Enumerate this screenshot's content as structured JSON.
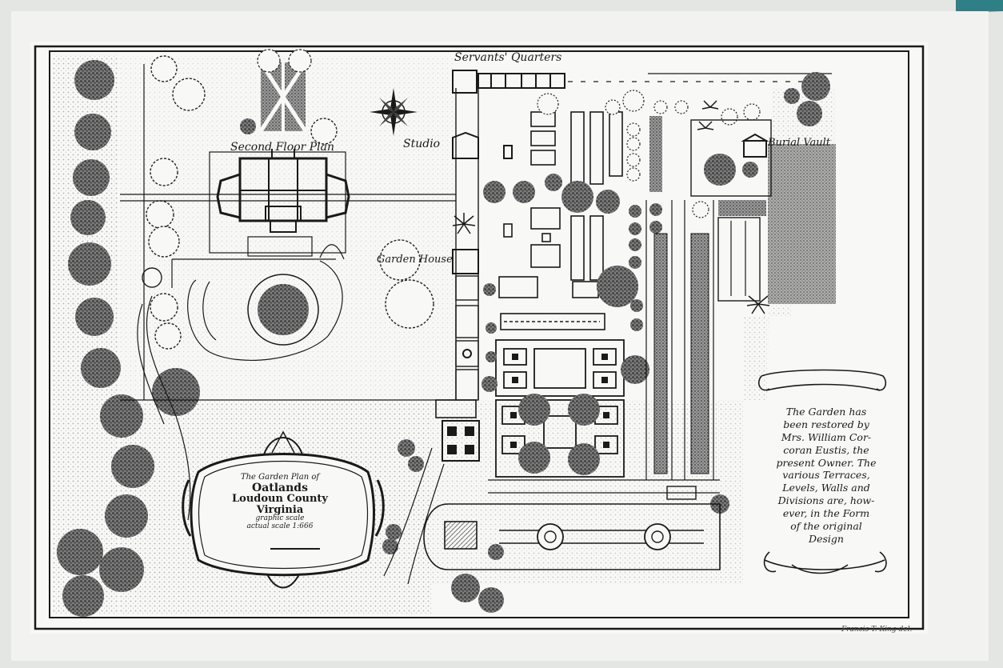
{
  "labels": {
    "servants_quarters": "Servants' Quarters",
    "second_floor_plan": "Second Floor Plan",
    "studio": "Studio",
    "burial_vault": "Burial Vault",
    "garden_house": "Garden House"
  },
  "cartouche": {
    "line1": "The Garden Plan of",
    "line2": "Oatlands",
    "line3": "Loudoun County",
    "line4": "Virginia",
    "line5": "graphic scale",
    "line6": "actual scale 1:666"
  },
  "note": {
    "lines": [
      "The Garden has",
      "been restored by",
      "Mrs. William Cor-",
      "coran Eustis, the",
      "present Owner. The",
      "various Terraces,",
      "Levels, Walls and",
      "Divisions are, how-",
      "ever, in the Form",
      "of the original",
      "Design"
    ]
  },
  "signature": "Francis T. King del.",
  "colors": {
    "paper": "#f7f7f5",
    "ink": "#1a1a1a",
    "stipple": "#7d7d7d",
    "teal_corner": "#2f7f86"
  }
}
